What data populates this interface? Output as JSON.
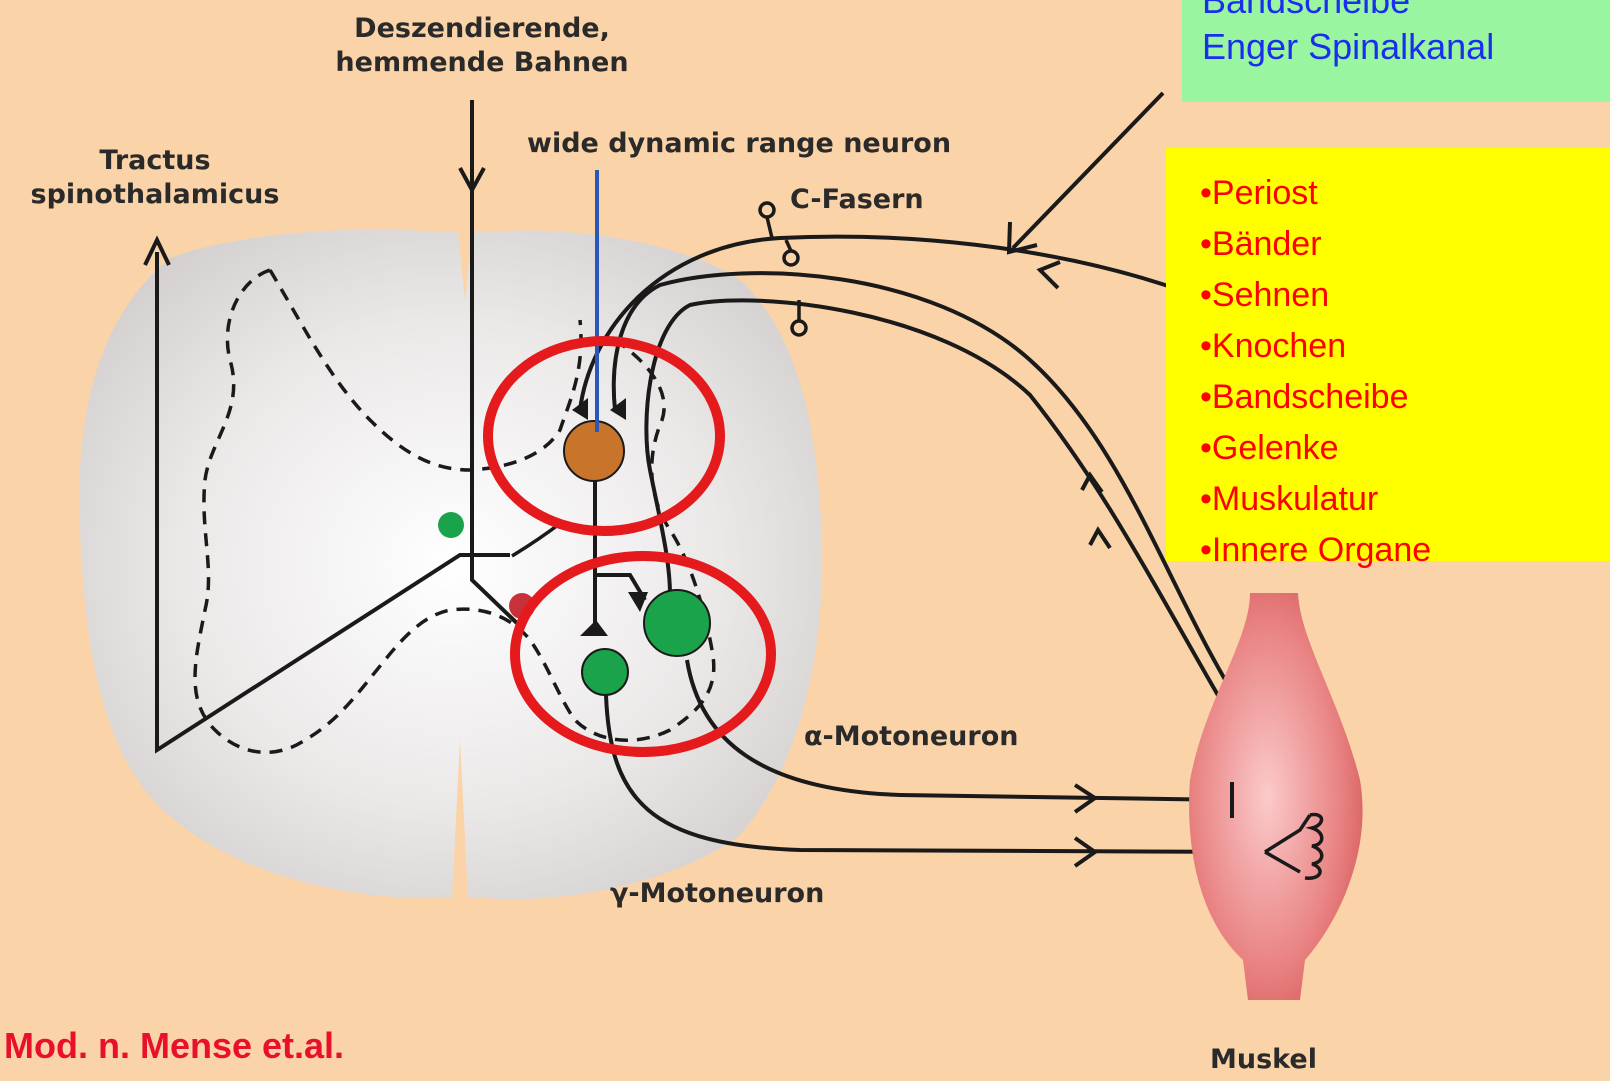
{
  "labels": {
    "descending_tracts": [
      "Deszendierende,",
      "hemmende Bahnen"
    ],
    "tractus": [
      "Tractus",
      "spinothalamicus"
    ],
    "wdr_neuron": "wide dynamic range neuron",
    "c_fibers": "C-Fasern",
    "alpha_motoneuron": "α-Motoneuron",
    "gamma_motoneuron": "γ-Motoneuron",
    "muscle": "Muskel"
  },
  "green_box": {
    "lines": [
      "Bandscheibe",
      "Enger Spinalkanal"
    ]
  },
  "tissue_list": {
    "bullet": "•",
    "items": [
      "Periost",
      "Bänder",
      "Sehnen",
      "Knochen",
      "Bandscheibe",
      "Gelenke",
      "Muskulatur",
      "Innere Organe"
    ]
  },
  "citation": "Mod. n. Mense et.al.",
  "colors": {
    "background": "#fbd3a8",
    "highlight_ring": "#e41a1c",
    "wdr_neuron": "#c8742a",
    "motoneuron": "#1aa34a",
    "green_box": "#99f5a0",
    "yellow_box": "#ffff00",
    "muscle": "#e88a8a"
  }
}
